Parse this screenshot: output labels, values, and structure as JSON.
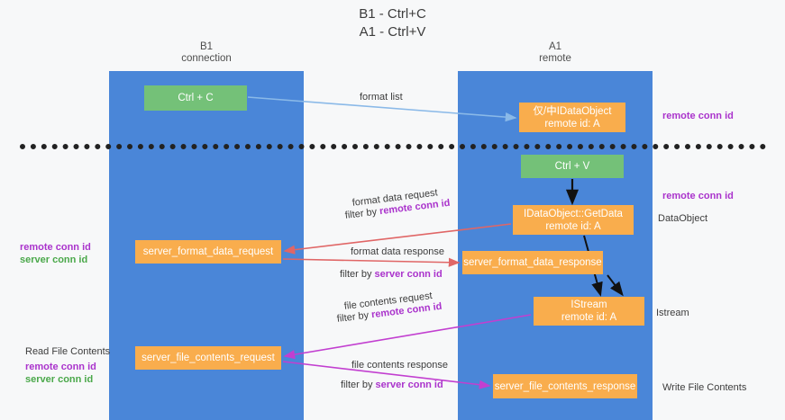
{
  "title": "B1 - Ctrl+C\nA1 - Ctrl+V",
  "title_line1": "B1 - Ctrl+C",
  "title_line2": "A1 - Ctrl+V",
  "lanes": [
    {
      "name": "B1",
      "sub": "connection"
    },
    {
      "name": "A1",
      "sub": "remote"
    }
  ],
  "colors": {
    "lane": "#4a86d8",
    "green_node": "#74c178",
    "orange_node": "#f9ad4d",
    "purple_text": "#aa33cc",
    "green_text": "#4aa84a",
    "blue_arrow": "#8ab9e8",
    "red_arrow": "#e06666",
    "magenta_arrow": "#c23fd0",
    "black_arrow": "#111111",
    "background": "#f7f8f9"
  },
  "nodes": {
    "ctrl_c": {
      "label": "Ctrl + C"
    },
    "data_object": {
      "line1": "仅/㆗IDataObject",
      "line2": "remote id: A"
    },
    "ctrl_v": {
      "label": "Ctrl + V"
    },
    "get_data": {
      "line1": "IDataObject::GetData",
      "line2": "remote id: A"
    },
    "server_format_data_request": {
      "label": "server_format_data_request"
    },
    "server_format_data_response": {
      "label": "server_format_data_response"
    },
    "istream": {
      "line1": "IStream",
      "line2": "remote id: A"
    },
    "server_file_contents_request": {
      "label": "server_file_contents_request"
    },
    "server_file_contents_response": {
      "label": "server_file_contents_response"
    }
  },
  "edge_labels": {
    "format_list": "format list",
    "format_data_request": "format data request",
    "format_data_request_filter_prefix": "filter by ",
    "format_data_request_filter_key": "remote conn id",
    "format_data_response": "format data response",
    "format_data_response_filter_prefix": "filter by ",
    "format_data_response_filter_key": "server conn id",
    "file_contents_request": "file contents request",
    "file_contents_request_filter_prefix": "filter by ",
    "file_contents_request_filter_key": "remote conn id",
    "file_contents_response": "file contents response",
    "file_contents_response_filter_prefix": "filter by ",
    "file_contents_response_filter_key": "server conn id"
  },
  "annotations": {
    "right_remote_conn_id_top": "remote conn id",
    "right_remote_conn_id_mid": "remote conn id",
    "right_dataobject": "DataObject",
    "right_istream": "Istream",
    "right_write_file_contents": "Write File Contents",
    "left_remote_conn_id_mid": "remote conn id",
    "left_server_conn_id_mid": "server conn id",
    "left_read_file_contents": "Read File Contents",
    "left_remote_conn_id_bottom": "remote conn id",
    "left_server_conn_id_bottom": "server conn id"
  }
}
